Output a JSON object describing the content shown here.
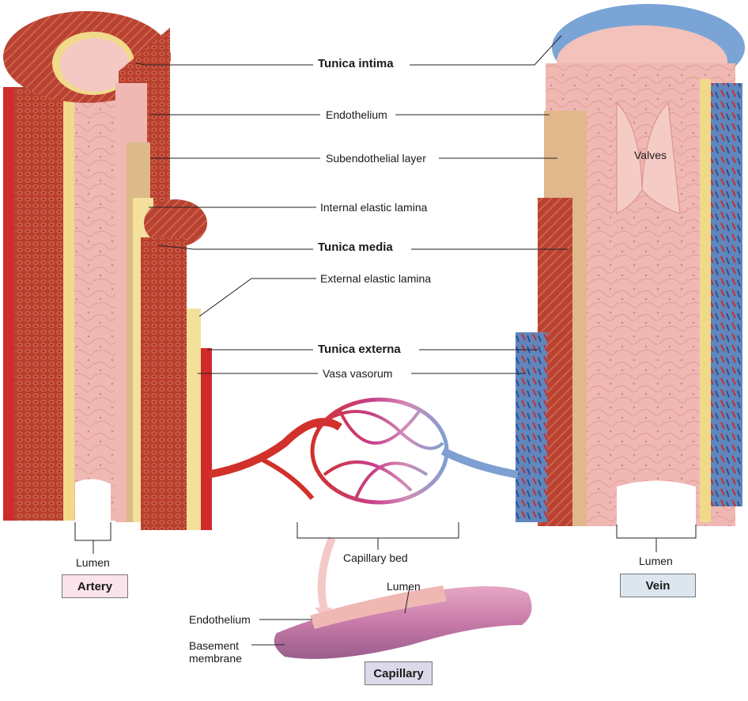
{
  "labels": {
    "tunica_intima": "Tunica intima",
    "endothelium": "Endothelium",
    "subendothelial": "Subendothelial layer",
    "internal_elastic": "Internal elastic lamina",
    "tunica_media": "Tunica media",
    "external_elastic": "External elastic lamina",
    "tunica_externa": "Tunica externa",
    "vasa_vasorum": "Vasa vasorum",
    "valves": "Valves",
    "lumen_artery": "Lumen",
    "lumen_vein": "Lumen",
    "lumen_cap": "Lumen",
    "capillary_bed": "Capillary bed",
    "cap_endothelium": "Endothelium",
    "basement_membrane": "Basement membrane"
  },
  "boxes": {
    "artery": "Artery",
    "vein": "Vein",
    "capillary": "Capillary"
  },
  "colors": {
    "artery_red": "#c9302a",
    "media_red": "#b94332",
    "intima_pink": "#eeb0ad",
    "elastic_yellow": "#f1d98a",
    "vein_blue": "#6a91c4",
    "capillary_pink": "#d98fb4"
  }
}
